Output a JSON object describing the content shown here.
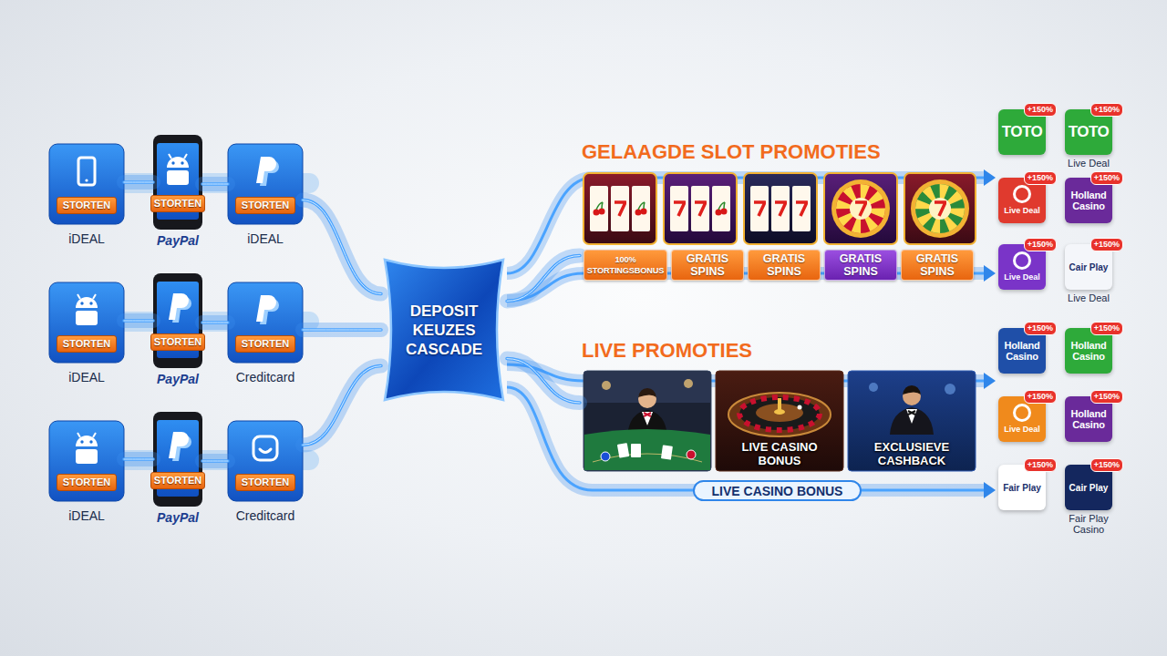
{
  "diagram": {
    "nodes": [
      {
        "text": [
          "STORTEN",
          "iDEAL"
        ]
      },
      {
        "text": [
          "STORTEN",
          "PayPal"
        ]
      },
      {
        "text": [
          "STORTEN",
          "iDEAL"
        ]
      },
      {
        "text": [
          "STORTEN",
          "iDEAL"
        ]
      },
      {
        "text": [
          "STORTEN",
          "PayPal"
        ]
      },
      {
        "text": [
          "STORTEN",
          "Creditcard"
        ]
      },
      {
        "text": [
          "STORTEN",
          "iDEAL"
        ]
      },
      {
        "text": [
          "STORTEN",
          "PayPal"
        ]
      },
      {
        "text": [
          "STORTEN",
          "Creditcard"
        ]
      },
      {
        "text": [
          "DEPOSIT KEUZES CASCADE"
        ]
      },
      {
        "text": [
          "GELAAGDE SLOT PROMOTIES"
        ]
      },
      {
        "text": [
          "100% STORTINGSBONUS"
        ],
        "in": 10
      },
      {
        "text": [
          "GRATIS SPINS"
        ],
        "in": 10
      },
      {
        "text": [
          "GRATIS SPINS"
        ],
        "in": 10
      },
      {
        "text": [
          "GRATIS SPINS"
        ],
        "in": 10
      },
      {
        "text": [
          "GRATIS SPINS"
        ],
        "in": 10
      },
      {
        "text": [
          "LIVE PROMOTIES"
        ]
      },
      {
        "text": [
          "LIVE CASINO BONUS"
        ],
        "in": 16
      },
      {
        "text": [
          "EXCLUSIEVE CASHBACK"
        ],
        "in": 16
      },
      {
        "text": [
          "LIVE CASINO BONUS"
        ],
        "in": 16
      },
      {
        "text": [
          "+150%",
          "TOTO"
        ]
      },
      {
        "text": [
          "+150%",
          "TOTO",
          "Live Deal"
        ]
      },
      {
        "text": [
          "+150%",
          "Live Deal"
        ]
      },
      {
        "text": [
          "+150%",
          "Holland Casino"
        ]
      },
      {
        "text": [
          "+150%",
          "Live Deal"
        ]
      },
      {
        "text": [
          "+150%",
          "Cair Play",
          "Live Deal"
        ]
      },
      {
        "text": [
          "+150%",
          "Holland Casino"
        ]
      },
      {
        "text": [
          "+150%",
          "Holland Casino"
        ]
      },
      {
        "text": [
          "+150%",
          "Live Deal"
        ]
      },
      {
        "text": [
          "+150%",
          "Holland Casino"
        ]
      },
      {
        "text": [
          "+150%",
          "Fair Play"
        ]
      },
      {
        "text": [
          "+150%",
          "Cair Play",
          "Fair Play Casino"
        ]
      }
    ],
    "edges": [
      {
        "from": 0,
        "to": 1,
        "arrow": "none"
      },
      {
        "from": 1,
        "to": 2,
        "arrow": "none"
      },
      {
        "from": 3,
        "to": 4,
        "arrow": "none"
      },
      {
        "from": 4,
        "to": 5,
        "arrow": "none"
      },
      {
        "from": 6,
        "to": 7,
        "arrow": "none"
      },
      {
        "from": 7,
        "to": 8,
        "arrow": "none"
      },
      {
        "from": 2,
        "to": 9,
        "arrow": "none"
      },
      {
        "from": 5,
        "to": 9,
        "arrow": "none"
      },
      {
        "from": 8,
        "to": 9,
        "arrow": "none"
      },
      {
        "from": 9,
        "to": 10,
        "arrow": "none"
      },
      {
        "from": 9,
        "to": 16,
        "arrow": "none"
      }
    ]
  }
}
